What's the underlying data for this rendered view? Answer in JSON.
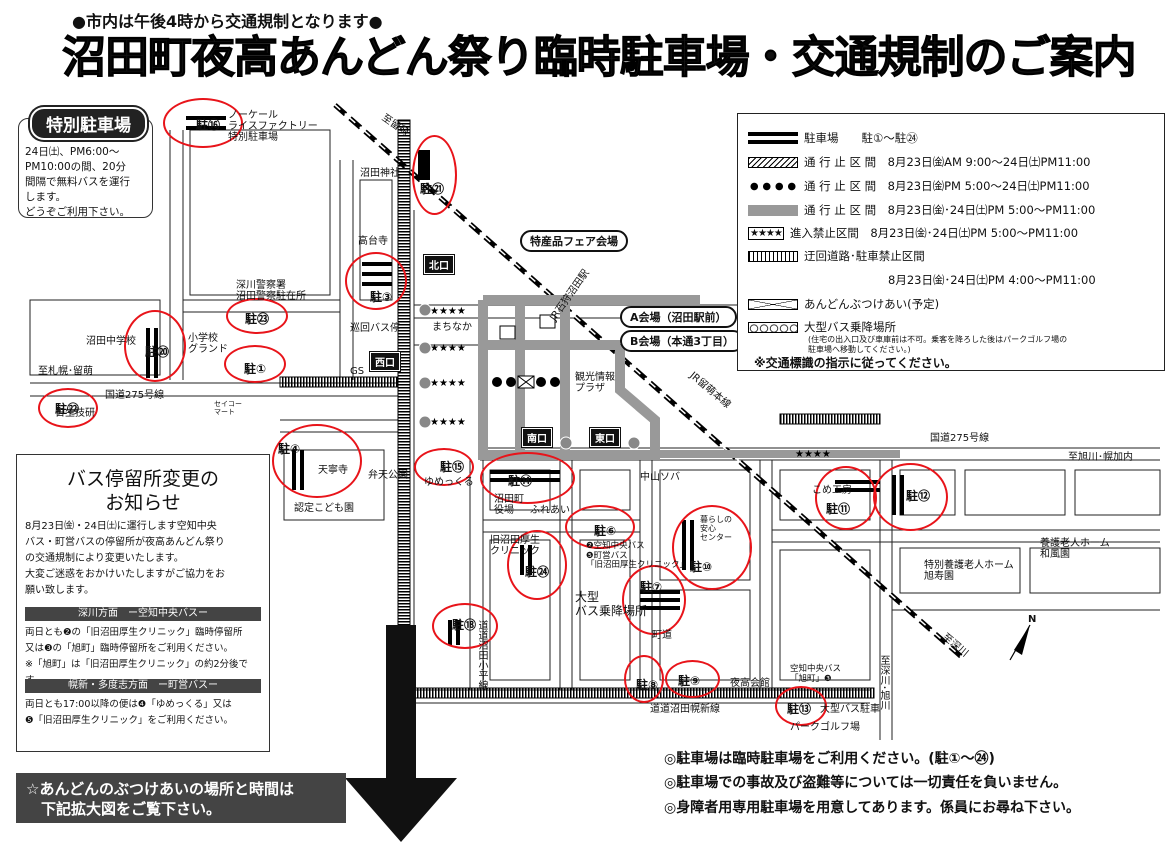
{
  "header": {
    "subtitle": "●市内は午後4時から交通規制となります●",
    "title": "沼田町夜高あんどん祭り臨時駐車場・交通規制のご案内"
  },
  "special_parking": {
    "label": "特別駐車場",
    "text": [
      "24日㈯、PM6:00～",
      "PM10:00の間、20分",
      "間隔で無料バスを運行",
      "します。",
      "どうぞご利用下さい。"
    ]
  },
  "legend": {
    "rows": [
      {
        "icon": "parking-bar",
        "text": "駐車場　　駐①～駐㉔"
      },
      {
        "icon": "hatch",
        "text": "通 行 止 区 間　8月23日㈮AM  9:00～24日㈯PM11:00"
      },
      {
        "icon": "dots",
        "text": "通 行 止 区 間　8月23日㈮PM  5:00～24日㈯PM11:00"
      },
      {
        "icon": "gray",
        "text": "通 行 止 区 間　8月23日㈮･24日㈯PM 5:00～PM11:00"
      },
      {
        "icon": "stars",
        "text": "進入禁止区間　8月23日㈮･24日㈯PM 5:00～PM11:00"
      },
      {
        "icon": "detour",
        "text": "迂回道路･駐車禁止区間"
      },
      {
        "icon": "none",
        "text": "8月23日㈮･24日㈯PM 4:00～PM11:00"
      },
      {
        "icon": "cross",
        "text": "あんどんぶつけあい(予定)"
      },
      {
        "icon": "bus",
        "text": "大型バス乗降場所"
      },
      {
        "icon": "none",
        "text": "(住宅の出入口及び車庫前は不可。乗客を降ろした後はパークゴルフ場の"
      },
      {
        "icon": "none",
        "text": "駐車場へ移動してください。)"
      }
    ],
    "stars": "★★★★",
    "footer": "※交通標識の指示に従ってください。"
  },
  "notice": {
    "title_lines": [
      "バス停留所変更の",
      "お知らせ"
    ],
    "body": [
      "8月23日㈮・24日㈯に運行します空知中央",
      "バス・町営バスの停留所が夜高あんどん祭り",
      "の交通規制により変更いたします。",
      "大変ご迷惑をおかけいたしますがご協力をお",
      "願い致します。"
    ],
    "section1_bar": "深川方面　ー空知中央バスー",
    "section1_text": [
      "両日とも❷の「旧沼田厚生クリニック」臨時停留所",
      "又は❸の「旭町」臨時停留所をご利用ください。",
      "※「旭町」は「旧沼田厚生クリニック」の約2分後です。"
    ],
    "section2_bar": "幌新・多度志方面　ー町営バスー",
    "section2_text": [
      "両日とも17:00以降の便は❹「ゆめっくる」又は",
      "❺「旧沼田厚生クリニック」をご利用ください。"
    ]
  },
  "bottom_box": [
    "☆あんどんのぶつけあいの場所と時間は",
    "　下記拡大図をご覧下さい。"
  ],
  "notes": [
    "◎駐車場は臨時駐車場をご利用ください。(駐①～㉔)",
    "◎駐車場での事故及び盗難等については一切責任を負いません。",
    "◎身障者用専用駐車場を用意してあります。係員にお尋ね下さい。"
  ],
  "map": {
    "badges": {
      "north": "北口",
      "west": "西口",
      "south": "南口",
      "east": "東口"
    },
    "pills": {
      "tokusanhin": "特産品フェア会場",
      "venue_a": "A会場（沼田駅前）",
      "venue_b": "B会場（本通3丁目）"
    },
    "parking": [
      "駐⑯",
      "駐㉑",
      "駐③",
      "駐㉓",
      "駐⑳",
      "駐①",
      "駐㉒",
      "駐④",
      "駐⑮",
      "駐⑭",
      "駐⑥",
      "駐㉔",
      "駐⑦",
      "駐⑩",
      "駐⑪",
      "駐⑫",
      "駐⑱",
      "駐⑧",
      "駐⑨",
      "駐⑬"
    ],
    "labels": {
      "factory": "ノーケール\nライスファクトリー\n特別駐車場",
      "to_rumoi": "至留萌",
      "shrine": "沼田神社",
      "takadaiji": "高台寺",
      "police": "深川警察署\n沼田警察駐在所",
      "junior_high": "沼田中学校",
      "elementary": "小学校\nグランド",
      "bus_stop": "巡回バス停",
      "machinaka": "まちなか",
      "to_sapporo": "至札幌･留萌",
      "route275_w": "国道275号線",
      "hinode": "日生技研",
      "seicomart": "セイコー\nマート",
      "tourist": "観光情報\nプラザ",
      "jr_station": "JR石狩沼田駅",
      "jr_line": "JR留萌本線",
      "route275_e": "国道275号線",
      "to_horokanai": "至旭川･幌加内",
      "tenneiji": "天寧寺",
      "benten": "弁天公園",
      "yumekkuru": "ゆめっくる",
      "nursery": "認定こども園",
      "town_hall": "沼田町\n役場",
      "fureai": "ふれあい",
      "nakayama": "中山ソバ",
      "kome": "こめ工房",
      "clinic": "旧沼田厚生\nクリニック",
      "clinic_bus": "❷空知中央バス\n❺町営バス\n「旧沼田厚生クリニック」",
      "kurashi": "暮らしの\n安心\nセンター",
      "nursing1": "養護老人ホーム\n和風園",
      "nursing2": "特別養護老人ホーム\n旭寿園",
      "big_bus": "大型\nバス乗降場所",
      "town_road": "町道",
      "road_numata": "道道沼田小平線",
      "yotaka": "夜高会館",
      "chuo_bus": "空知中央バス\n「旭町」❸",
      "park_golf": "パークゴルフ場",
      "big_bus2": "大型バス駐車",
      "to_fukagawa": "至深川",
      "to_fukagawa2": "至深川･旭川",
      "road_horoshin": "道道沼田幌新線",
      "north_mark": "N",
      "gs": "GS"
    }
  }
}
